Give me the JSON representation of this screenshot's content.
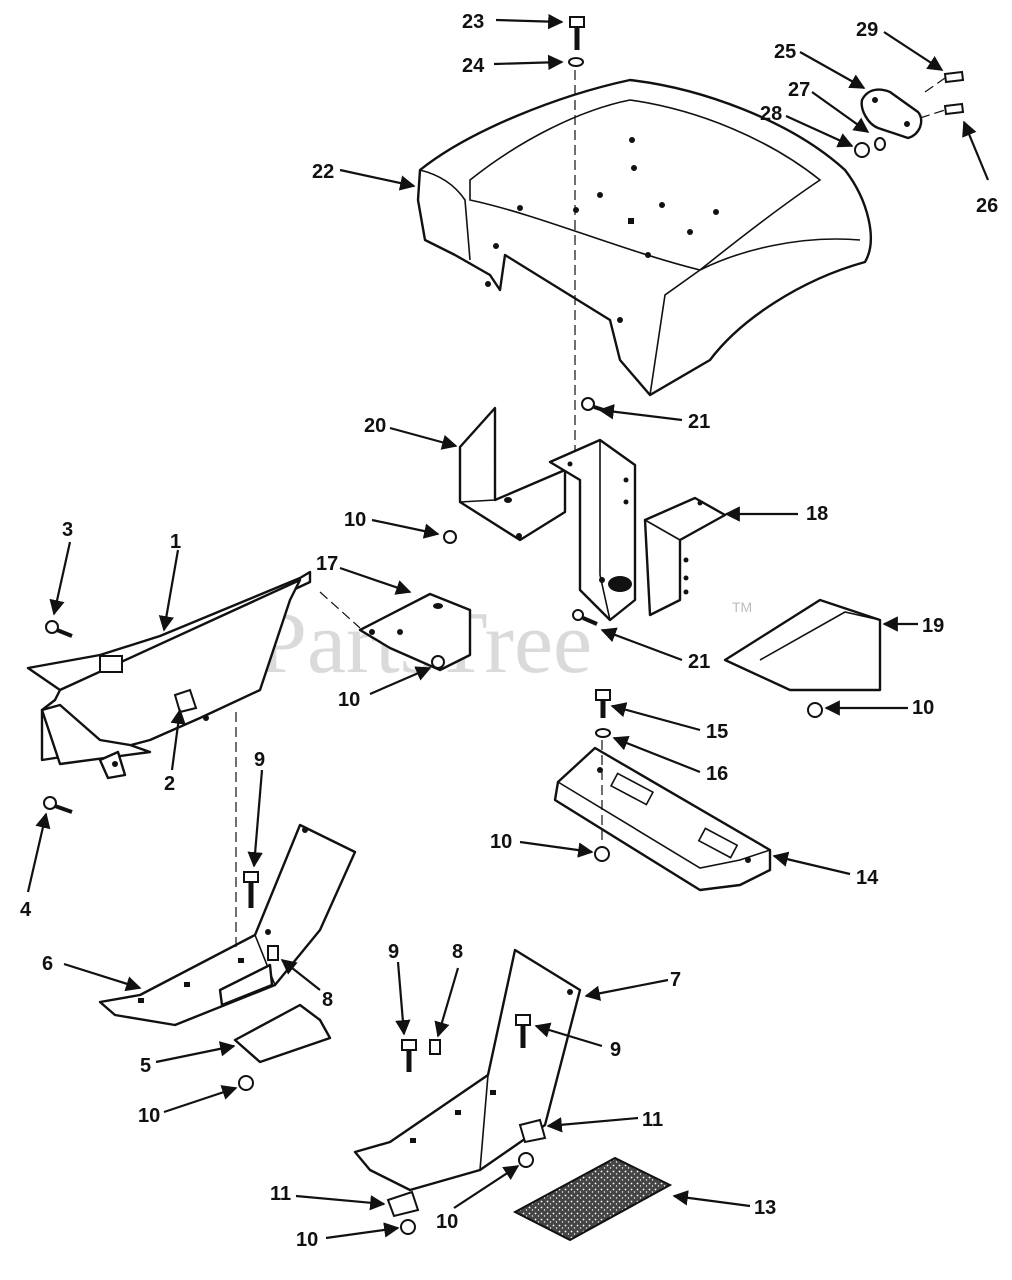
{
  "watermark": {
    "brand": "PartsTree",
    "tm": "TM"
  },
  "callouts": [
    {
      "id": "c23",
      "label": "23"
    },
    {
      "id": "c24",
      "label": "24"
    },
    {
      "id": "c29",
      "label": "29"
    },
    {
      "id": "c25",
      "label": "25"
    },
    {
      "id": "c27",
      "label": "27"
    },
    {
      "id": "c28",
      "label": "28"
    },
    {
      "id": "c26",
      "label": "26"
    },
    {
      "id": "c22",
      "label": "22"
    },
    {
      "id": "c21a",
      "label": "21"
    },
    {
      "id": "c20",
      "label": "20"
    },
    {
      "id": "c18",
      "label": "18"
    },
    {
      "id": "c10a",
      "label": "10"
    },
    {
      "id": "c3",
      "label": "3"
    },
    {
      "id": "c1",
      "label": "1"
    },
    {
      "id": "c17",
      "label": "17"
    },
    {
      "id": "c19",
      "label": "19"
    },
    {
      "id": "c21b",
      "label": "21"
    },
    {
      "id": "c10b",
      "label": "10"
    },
    {
      "id": "c10c",
      "label": "10"
    },
    {
      "id": "c15",
      "label": "15"
    },
    {
      "id": "c16",
      "label": "16"
    },
    {
      "id": "c2",
      "label": "2"
    },
    {
      "id": "c9a",
      "label": "9"
    },
    {
      "id": "c10d",
      "label": "10"
    },
    {
      "id": "c14",
      "label": "14"
    },
    {
      "id": "c4",
      "label": "4"
    },
    {
      "id": "c6",
      "label": "6"
    },
    {
      "id": "c8a",
      "label": "8"
    },
    {
      "id": "c9b",
      "label": "9"
    },
    {
      "id": "c8b",
      "label": "8"
    },
    {
      "id": "c7",
      "label": "7"
    },
    {
      "id": "c9c",
      "label": "9"
    },
    {
      "id": "c5",
      "label": "5"
    },
    {
      "id": "c10e",
      "label": "10"
    },
    {
      "id": "c11a",
      "label": "11"
    },
    {
      "id": "c11b",
      "label": "11"
    },
    {
      "id": "c13",
      "label": "13"
    },
    {
      "id": "c10f",
      "label": "10"
    },
    {
      "id": "c10g",
      "label": "10"
    }
  ]
}
